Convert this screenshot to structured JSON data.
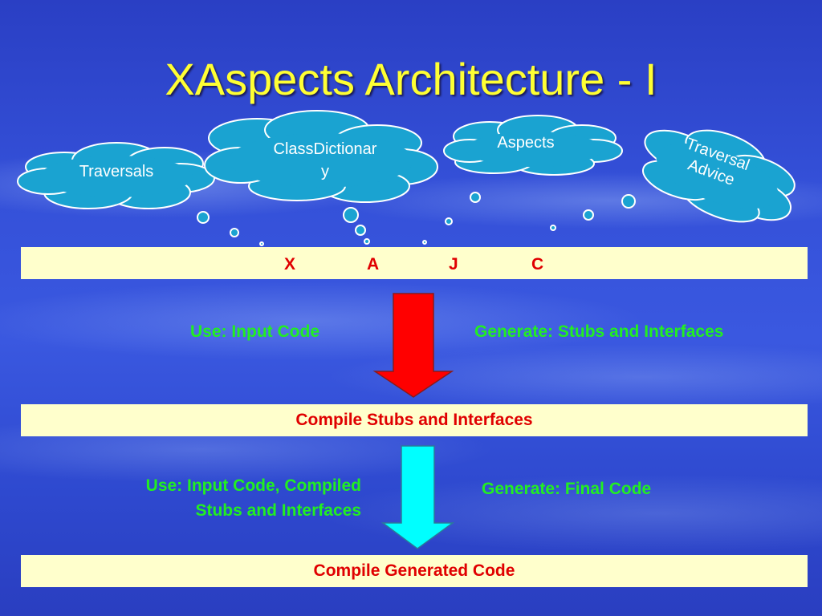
{
  "title": "XAspects Architecture - I",
  "clouds": {
    "traversals": "Traversals",
    "class_dictionary_line1": "ClassDictionar",
    "class_dictionary_line2": "y",
    "aspects": "Aspects",
    "traversal_advice_line1": "Traversal",
    "traversal_advice_line2": "Advice"
  },
  "xajc_bar": {
    "x": "X",
    "a": "A",
    "j": "J",
    "c": "C"
  },
  "stage1": {
    "use": "Use: Input Code",
    "generate": "Generate: Stubs and Interfaces",
    "box": "Compile Stubs and Interfaces"
  },
  "stage2": {
    "use_line1": "Use: Input Code, Compiled",
    "use_line2": "Stubs and Interfaces",
    "generate": "Generate: Final Code",
    "box": "Compile Generated Code"
  },
  "colors": {
    "title": "#ffff33",
    "cloud_fill": "#1aa3d1",
    "bar_fill": "#ffffcc",
    "bar_text": "#e00000",
    "green_text": "#22ee22",
    "arrow1": "#ff0000",
    "arrow2": "#00ffff"
  }
}
